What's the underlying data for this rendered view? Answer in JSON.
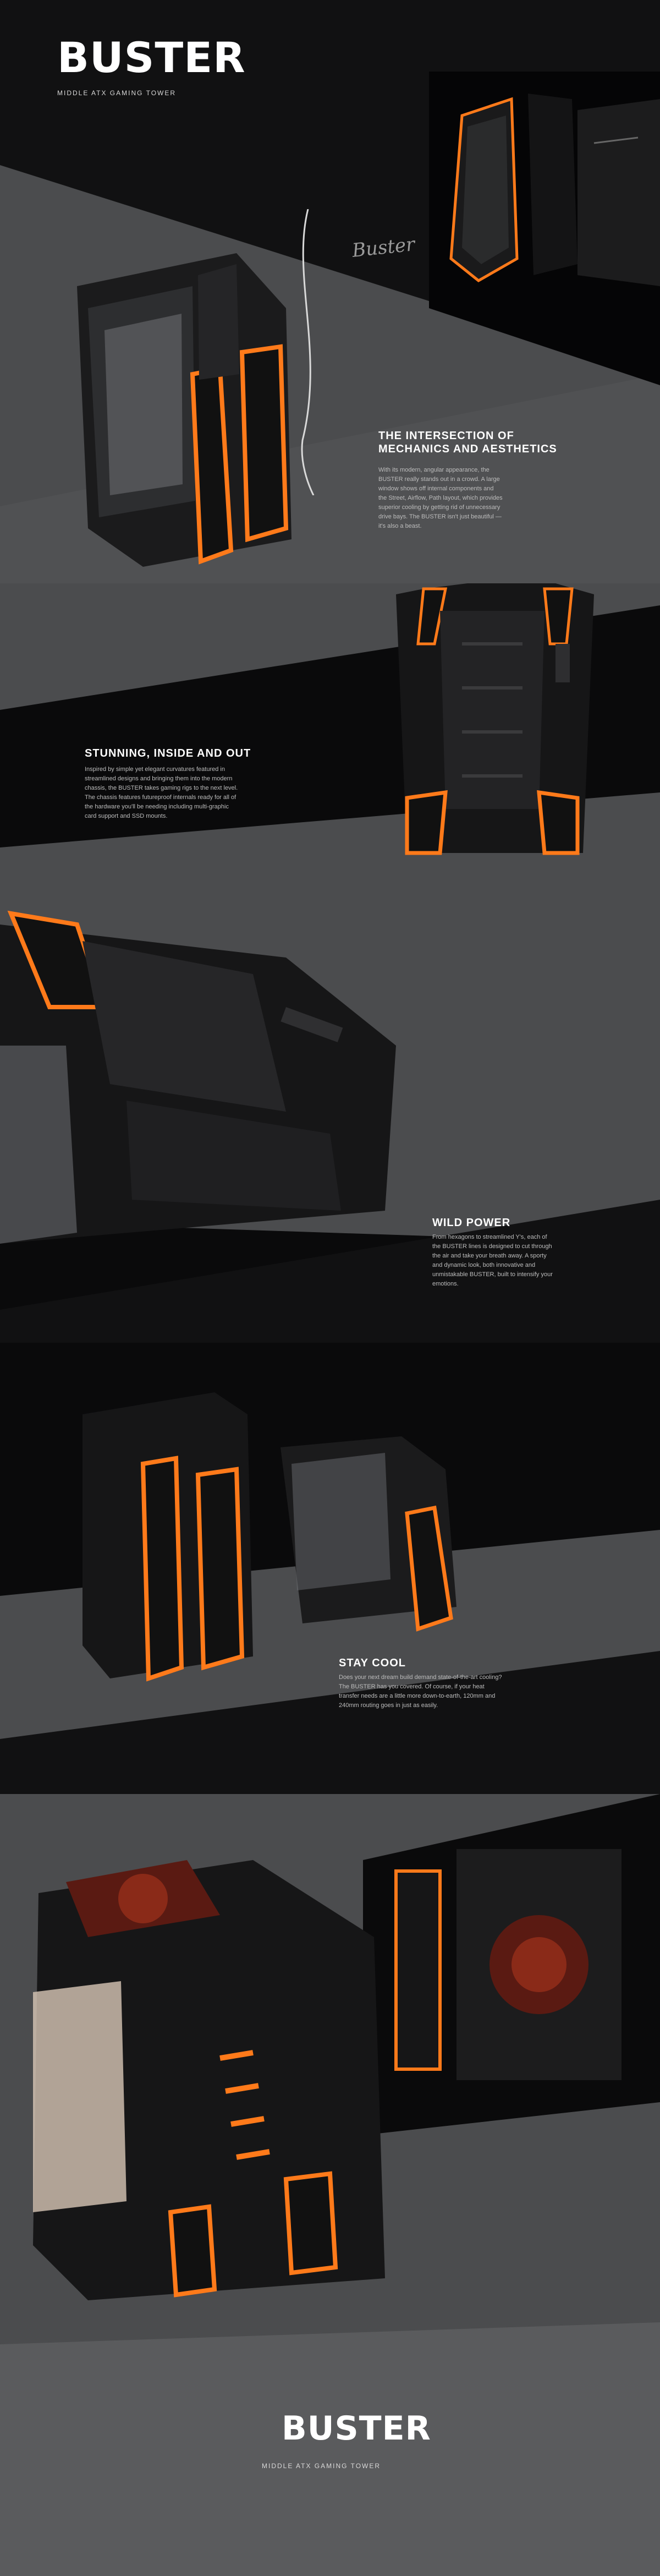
{
  "header": {
    "title": "BUSTER",
    "subtitle": "MIDDLE ATX GAMING TOWER",
    "signature": "Buster"
  },
  "sections": [
    {
      "heading_line1": "THE INTERSECTION OF",
      "heading_line2": "MECHANICS AND AESTHETICS",
      "body": "With its modern, angular appearance, the BUSTER really stands out in a crowd. A large window shows off internal components and the Street, Airflow, Path layout, which provides superior cooling by getting rid of unnecessary drive bays. The BUSTER isn't just beautiful — it's also a beast."
    },
    {
      "heading": "STUNNING, INSIDE AND OUT",
      "body": "Inspired by simple yet elegant curvatures featured in streamlined designs and bringing them into the modern chassis, the BUSTER takes gaming rigs to the next level. The chassis features futureproof internals ready for all of the hardware you'll be needing including multi-graphic card support and SSD mounts."
    },
    {
      "heading": "WILD POWER",
      "body": "From hexagons to streamlined Y's, each of the BUSTER lines is designed to cut through the air and take your breath away. A sporty and dynamic look, both innovative and unmistakable BUSTER, built to intensify your emotions."
    },
    {
      "heading": "STAY COOL",
      "body": "Does your next dream build demand state-of-the-art cooling? The BUSTER has you covered. Of course, if your heat transfer needs are a little more down-to-earth, 120mm and 240mm routing goes in just as easily."
    }
  ],
  "footer": {
    "title": "BUSTER",
    "subtitle": "MIDDLE ATX GAMING TOWER"
  },
  "colors": {
    "accent": "#ff7a1a",
    "background": "#0a0a0b",
    "panel": "#4b4c4e"
  }
}
